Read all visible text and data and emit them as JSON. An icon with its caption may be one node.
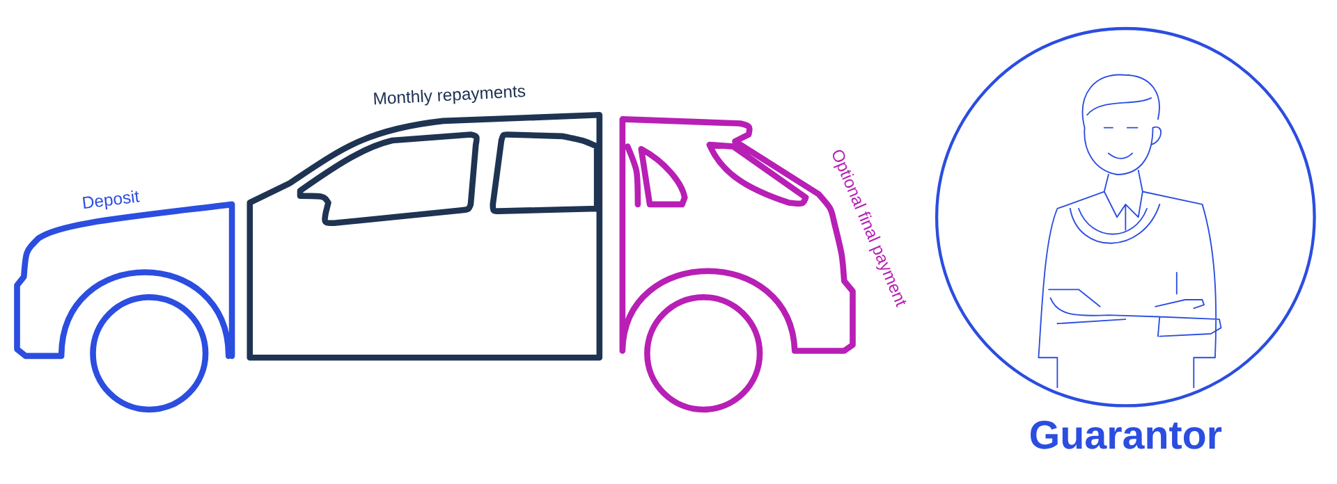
{
  "diagram": {
    "nodes": [
      {
        "text": [
          "Deposit"
        ]
      },
      {
        "text": [
          "Monthly repayments"
        ]
      },
      {
        "text": [
          "Optional final payment"
        ]
      },
      {
        "text": [
          "Guarantor"
        ]
      }
    ]
  }
}
